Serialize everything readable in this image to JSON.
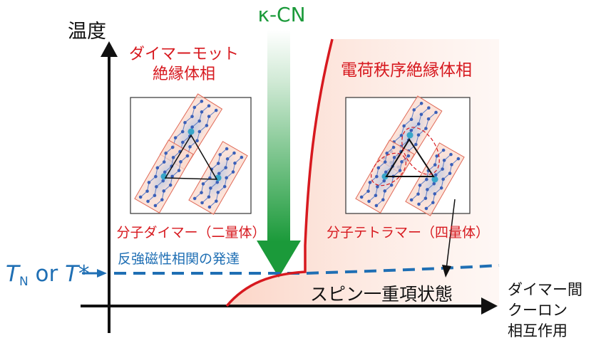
{
  "axes": {
    "y_label": "温度",
    "x_label_lines": [
      "ダイマー間",
      "クーロン",
      "相互作用"
    ]
  },
  "regions": {
    "dimer_mott_lines": [
      "ダイマーモット",
      "絶縁体相"
    ],
    "charge_order": "電荷秩序絶縁体相",
    "spin_liquid": "スピン一重項状態"
  },
  "captions": {
    "dimer": "分子ダイマー（二量体）",
    "tetramer": "分子テトラマー（四量体）"
  },
  "arrow_label": "κ-CN",
  "crossover": {
    "label": "反強磁性相関の発達",
    "tn_label_T": "T",
    "tn_label_N": "N",
    "tn_label_or": " or ",
    "tn_label_Tstar": "T*"
  },
  "colors": {
    "red": "#d7191f",
    "blue": "#1f6fb4",
    "green": "#1b9a3a",
    "shade": "#fde3d8",
    "atom": "#3a5fb8"
  }
}
